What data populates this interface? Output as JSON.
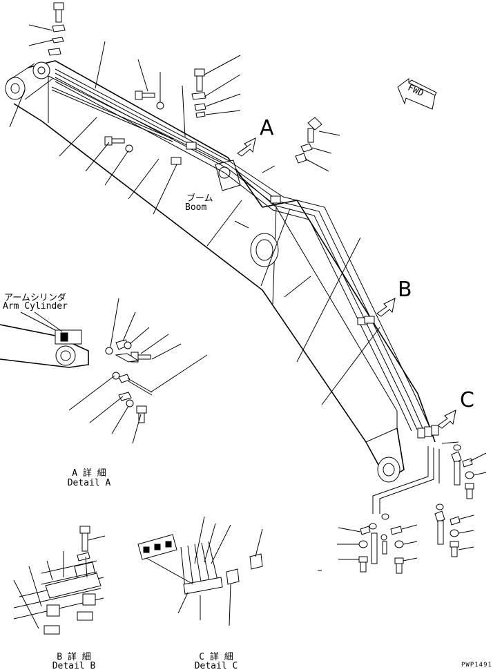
{
  "labels": {
    "boom_jp": "ブーム",
    "boom_en": "Boom",
    "arm_cyl_jp": "アームシリンダ",
    "arm_cyl_en": "Arm Cylinder",
    "detail_a_jp": "A 詳 細",
    "detail_a_en": "Detail A",
    "detail_b_jp": "B 詳 細",
    "detail_b_en": "Detail B",
    "detail_c_jp": "C 詳 細",
    "detail_c_en": "Detail C",
    "marker_a": "A",
    "marker_b": "B",
    "marker_c": "C",
    "fwd": "FWD",
    "drawing_code": "PWP1491"
  }
}
